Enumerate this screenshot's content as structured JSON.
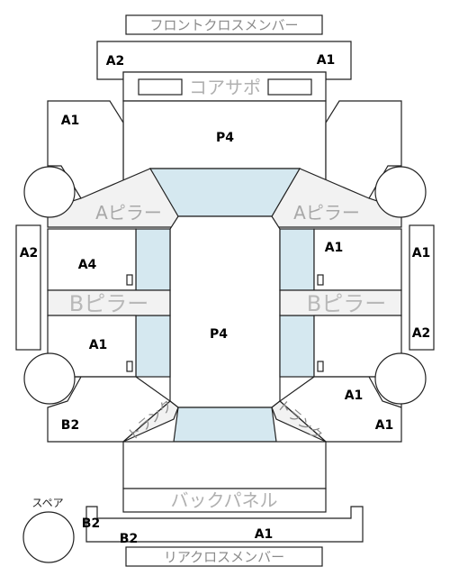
{
  "panels": {
    "front_cross_member": "フロントクロスメンバー",
    "core_support": "コアサポ",
    "a_pillar_left": "Aピラー",
    "a_pillar_right": "Aピラー",
    "b_pillar_left": "Bピラー",
    "b_pillar_right": "Bピラー",
    "trunk_left": "トランク",
    "trunk_right": "トランク",
    "back_panel": "バックパネル",
    "rear_cross_member": "リアクロスメンバー",
    "spare": "スペア"
  },
  "grades": {
    "front_member_left": "A2",
    "front_member_right": "A1",
    "front_fender_left": "A1",
    "hood": "P4",
    "side_left_outer": "A2",
    "front_door_left": "A4",
    "rear_door_left": "A1",
    "roof": "P4",
    "front_door_right": "A1",
    "side_right_outer_top": "A1",
    "side_right_outer_bottom": "A2",
    "rear_fender_right_inner": "A1",
    "rear_fender_right_outer": "A1",
    "rear_fender_left": "B2",
    "rear_member_left_top": "B2",
    "rear_member_left_bottom": "B2",
    "rear_member_right": "A1"
  }
}
